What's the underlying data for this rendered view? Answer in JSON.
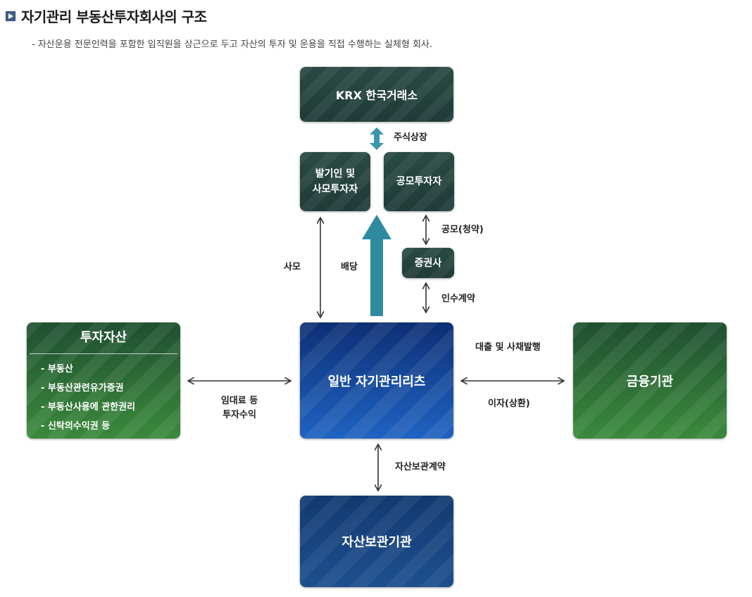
{
  "header": {
    "title": "자기관리 부동산투자회사의 구조",
    "subtitle": "- 자산운용 전문인력을 포함한 임직원을 상근으로 두고 자산의 투자 및 운용을 직접 수행하는 실체형 회사."
  },
  "nodes": {
    "krx": "KRX 한국거래소",
    "founders_line1": "발기인 및",
    "founders_line2": "사모투자자",
    "public_investors": "공모투자자",
    "securities": "증권사",
    "reit": "일반 자기관리리츠",
    "assets_title": "투자자산",
    "assets_items": [
      "- 부동산",
      "- 부동산관련유가증권",
      "- 부동산사용에 관한권리",
      "- 신탁의수익권 등"
    ],
    "finance": "금융기관",
    "custody": "자산보관기관"
  },
  "labels": {
    "listing": "주식상장",
    "subscription": "공모(청약)",
    "private": "사모",
    "dividend": "배당",
    "underwriting": "인수계약",
    "loan": "대출 및 사채발행",
    "interest": "이자(상환)",
    "rent_line1": "임대료 등",
    "rent_line2": "투자수익",
    "custody_contract": "자산보관계약"
  },
  "colors": {
    "dark_green": "#24423e",
    "green": "#2f7a36",
    "blue": "#1a4fa8",
    "navy": "#17477f",
    "teal_arrow": "#2f8aa0"
  }
}
